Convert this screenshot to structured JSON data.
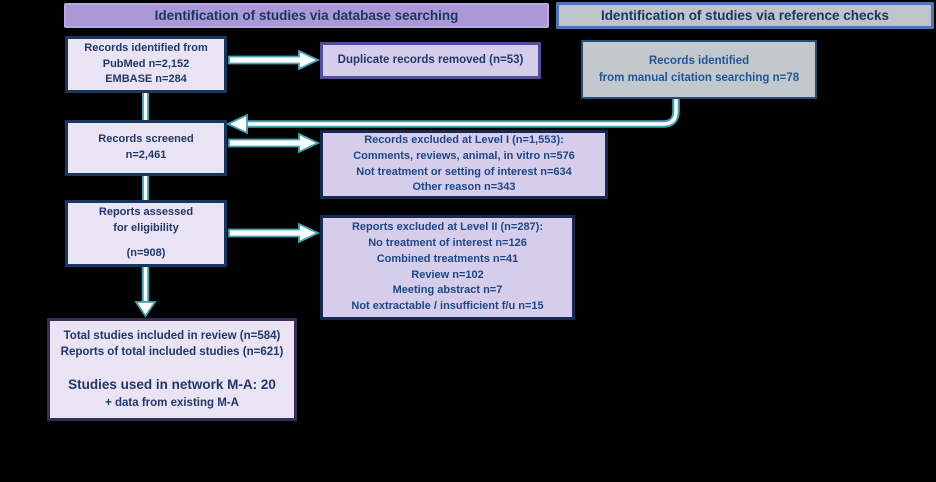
{
  "diagram_type": "PRISMA flow diagram",
  "headers": {
    "database": "Identification of studies via database searching",
    "reference": "Identification of studies via reference checks"
  },
  "boxes": {
    "records_identified": {
      "lines": [
        "Records identified from",
        "PubMed n=2,152",
        "EMBASE n=284"
      ]
    },
    "duplicates_removed": {
      "text": "Duplicate records removed (n=53)"
    },
    "manual_citation": {
      "lines": [
        "Records identified",
        "from manual citation searching n=78"
      ]
    },
    "records_screened": {
      "lines": [
        "Records screened",
        "n=2,461"
      ]
    },
    "level1_excluded": {
      "lines": [
        "Records excluded at Level I (n=1,553):",
        "Comments, reviews, animal, in vitro n=576",
        "Not treatment or setting of interest n=634",
        "Other reason n=343"
      ]
    },
    "reports_assessed": {
      "lines": [
        "Reports assessed",
        "for eligibility",
        "(n=908)"
      ]
    },
    "level2_excluded": {
      "lines": [
        "Reports excluded at Level II (n=287):",
        "No treatment of interest n=126",
        "Combined treatments n=41",
        "Review n=102",
        "Meeting abstract n=7",
        "Not extractable / insufficient f/u n=15"
      ]
    },
    "included": {
      "lines": [
        "Total studies included in review (n=584)",
        "Reports of total included studies (n=621)",
        "Studies used in network M-A: 20",
        "+ data from existing M-A"
      ]
    }
  },
  "colors": {
    "background": "#000000",
    "header_purple_fill": "#ac98d8",
    "header_gray_fill": "#bfc4cb",
    "light_box_fill": "#e9e3f3",
    "excluded_box_fill": "#d6cdea",
    "gray_box_fill": "#c3c8cf",
    "navy_border": "#17375e",
    "purple_border": "#4f4f9e",
    "dark_purple_border": "#3a2d55",
    "text_navy": "#21386e",
    "arrow_teal": "#45a3b4",
    "arrow_fill": "#ffffff"
  }
}
